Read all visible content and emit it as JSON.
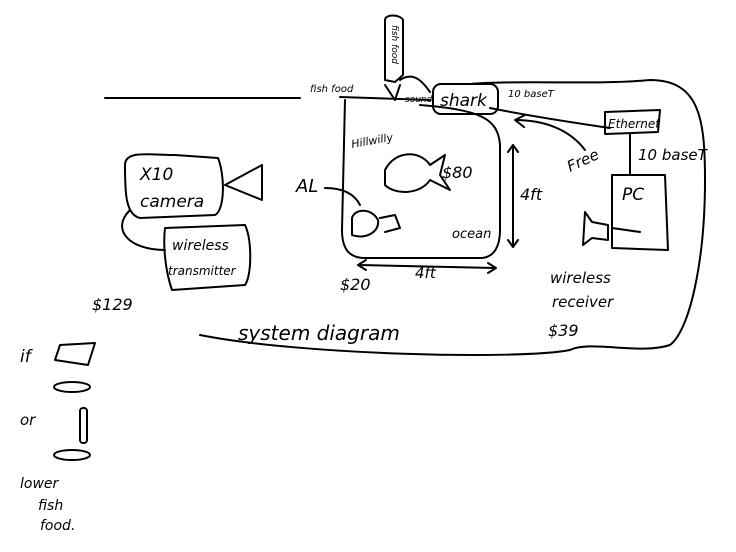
{
  "title": "system diagram",
  "labels": {
    "fish_food_hopper": "fish food",
    "fish_food_left": "fish food",
    "sound": "sound",
    "shark": "shark",
    "baset_top": "10 baseT",
    "ethernet": "Ethernet",
    "free": "Free",
    "baset_right": "10 baseT",
    "pc": "PC",
    "hillwilly": "Hillwilly",
    "price_80": "$80",
    "height_4ft": "4ft",
    "al": "AL",
    "x10": "X10",
    "camera": "camera",
    "wireless": "wireless",
    "transmitter": "transmitter",
    "price_129": "$129",
    "price_20": "$20",
    "width_4ft": "4ft",
    "ocean": "ocean",
    "wireless_receiver_1": "wireless",
    "wireless_receiver_2": "receiver",
    "price_39": "$39",
    "if": "if",
    "or": "or",
    "note_1": "lower",
    "note_2": "fish",
    "note_3": "food."
  }
}
